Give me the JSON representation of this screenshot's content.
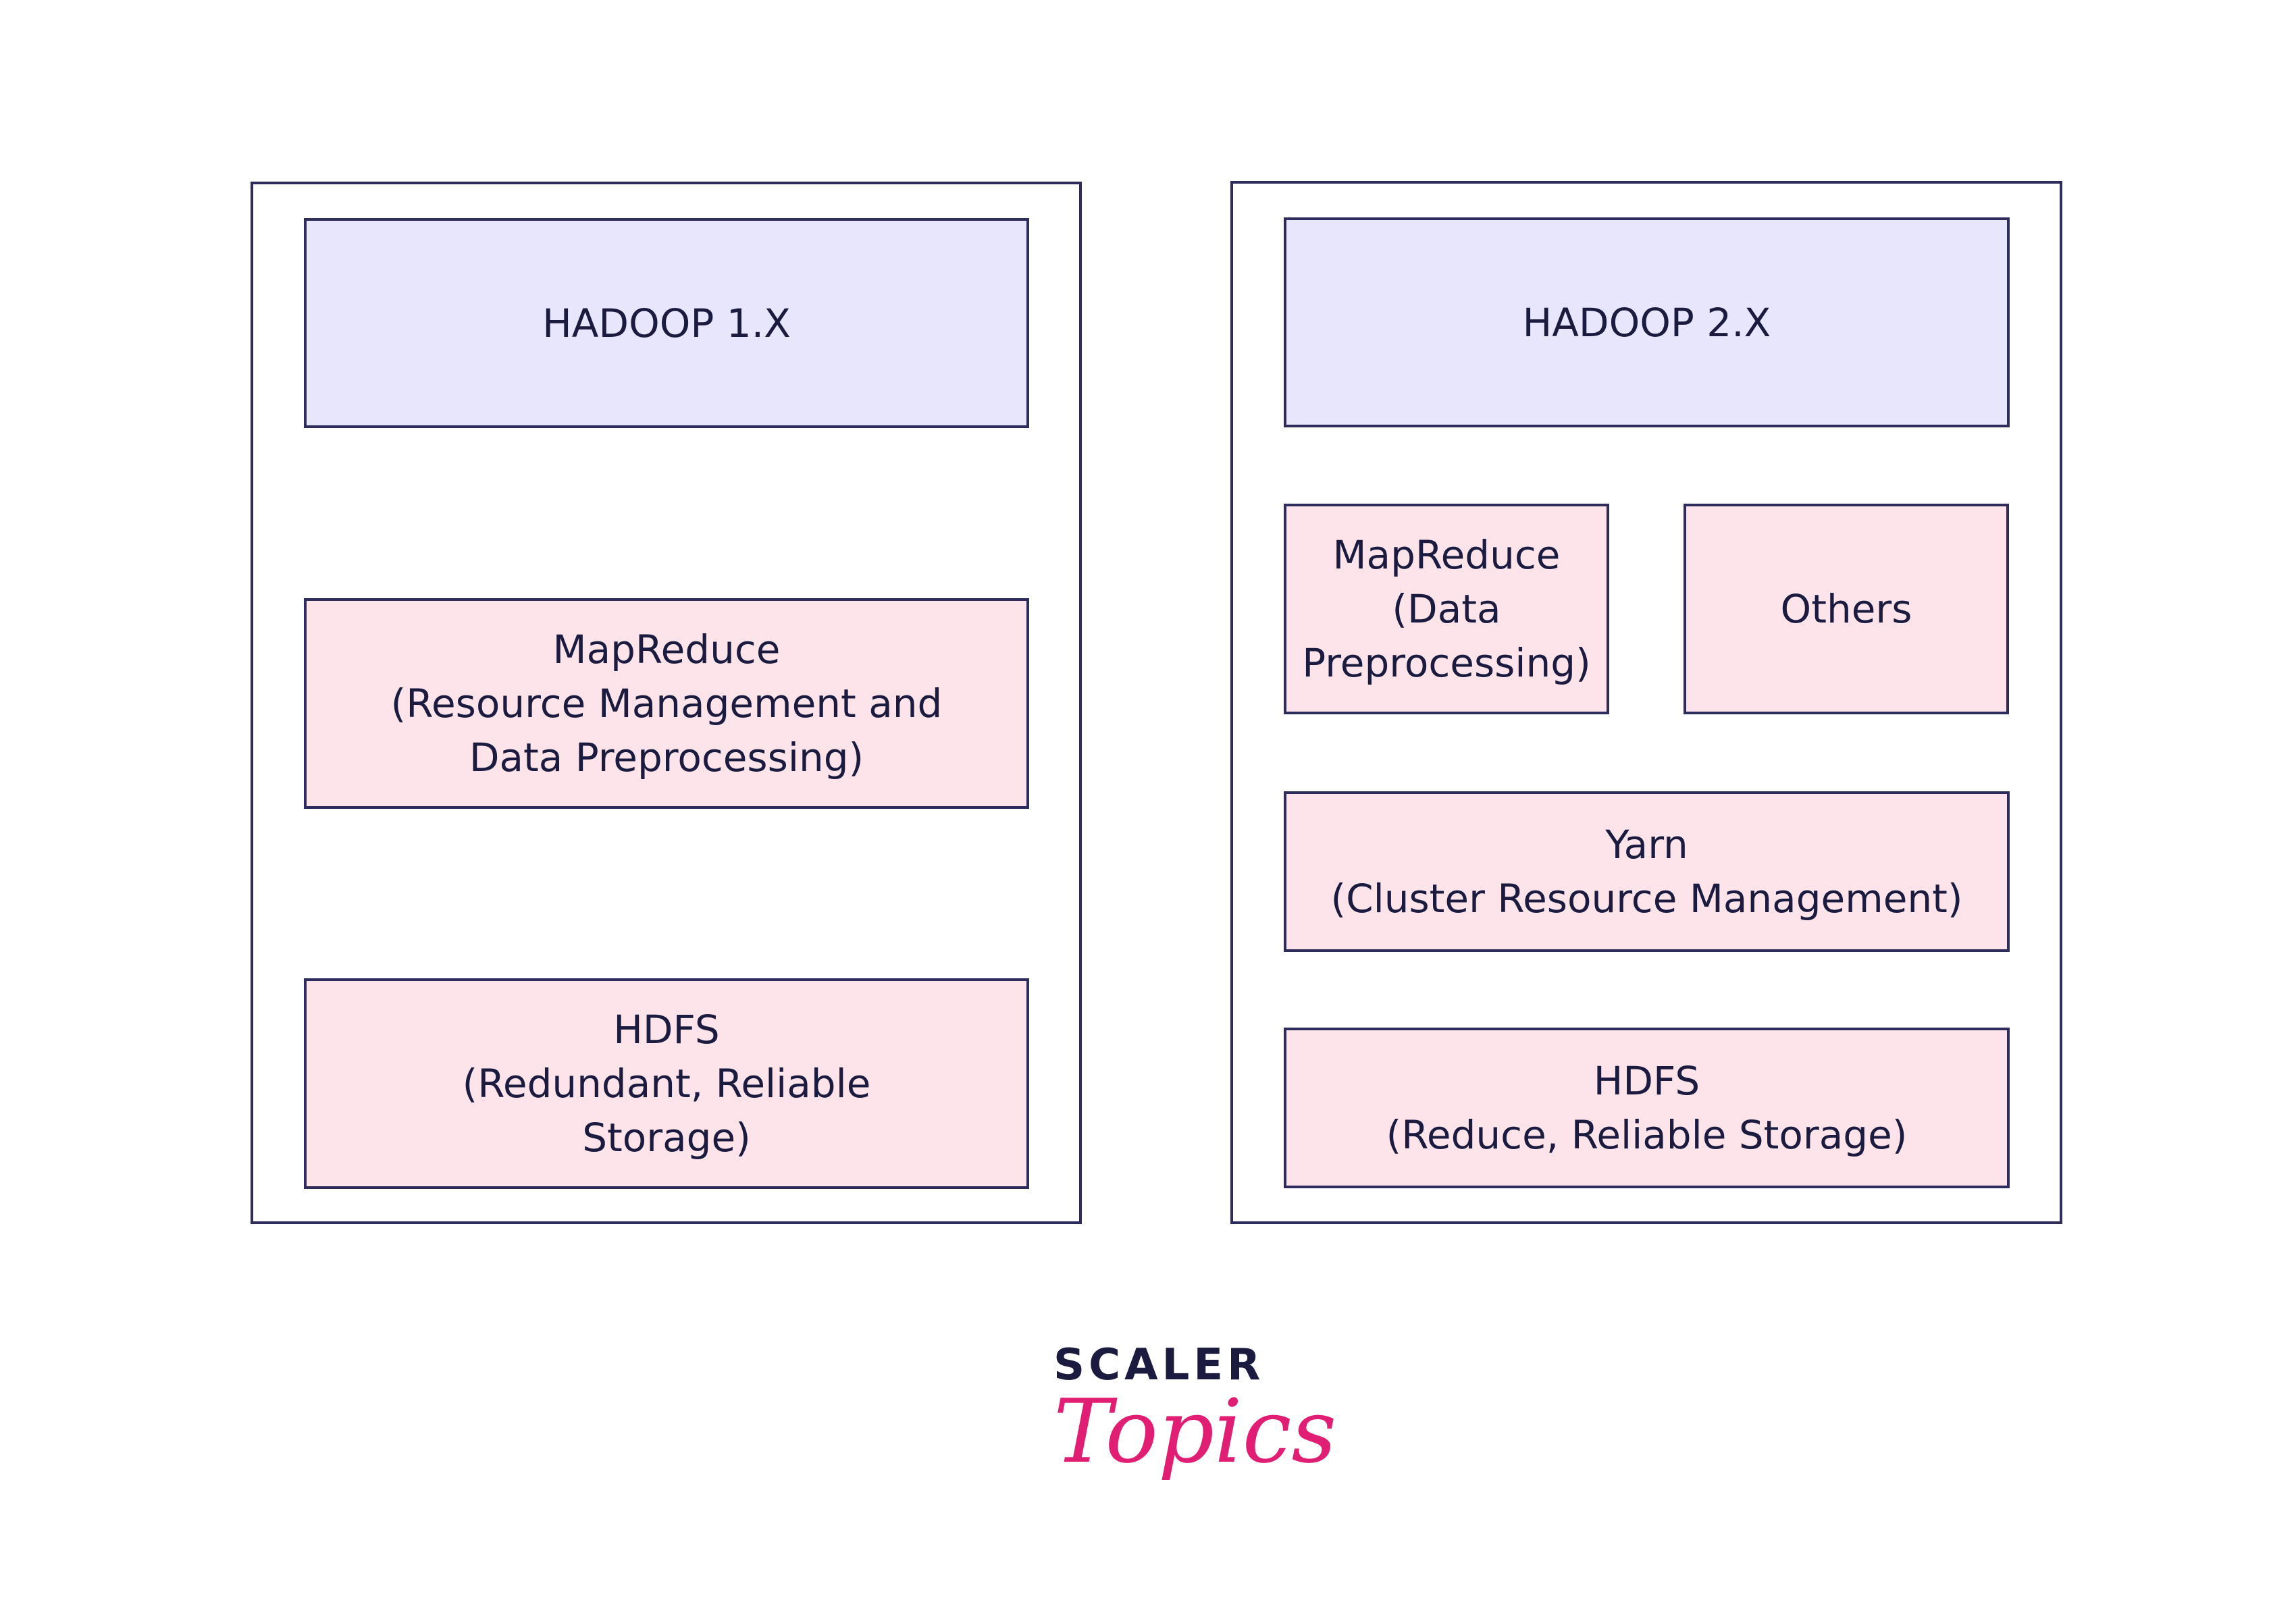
{
  "hadoop1": {
    "title": "HADOOP 1.X",
    "mapreduce": "MapReduce\n(Resource Management and\nData Preprocessing)",
    "hdfs": "HDFS\n(Redundant, Reliable\nStorage)"
  },
  "hadoop2": {
    "title": "HADOOP 2.X",
    "mapreduce": "MapReduce\n(Data\nPreprocessing)",
    "others": "Others",
    "yarn": "Yarn\n(Cluster Resource Management)",
    "hdfs": "HDFS\n(Reduce, Reliable Storage)"
  },
  "logo": {
    "brand": "SCALER",
    "product": "Topics"
  },
  "colors": {
    "title_fill": "#e7e6fc",
    "layer_fill": "#fde4ea",
    "border": "#2d2c5c",
    "text": "#1b1b3f",
    "logo_accent": "#e01e73"
  }
}
